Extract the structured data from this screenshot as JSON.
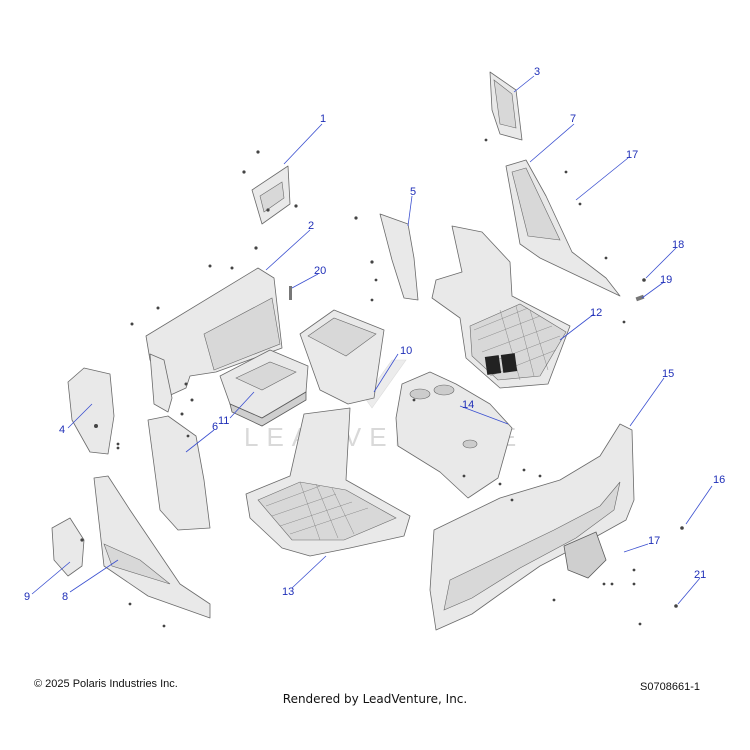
{
  "callouts": [
    {
      "number": "1"
    },
    {
      "number": "2"
    },
    {
      "number": "3"
    },
    {
      "number": "4"
    },
    {
      "number": "5"
    },
    {
      "number": "6"
    },
    {
      "number": "7"
    },
    {
      "number": "8"
    },
    {
      "number": "9"
    },
    {
      "number": "10"
    },
    {
      "number": "11"
    },
    {
      "number": "12"
    },
    {
      "number": "13"
    },
    {
      "number": "14"
    },
    {
      "number": "15"
    },
    {
      "number": "16"
    },
    {
      "number": "17"
    },
    {
      "number": "17"
    },
    {
      "number": "18"
    },
    {
      "number": "19"
    },
    {
      "number": "20"
    },
    {
      "number": "21"
    }
  ],
  "watermark": "LEADVENTURE",
  "footer": {
    "copyright": "© 2025 Polaris Industries Inc.",
    "rendered_by": "Rendered by LeadVenture, Inc.",
    "diagram_id": "S0708661-1"
  },
  "colors": {
    "callout": "#1f2fb8",
    "part_fill": "#e9e9e9",
    "outline": "#6a6a6a"
  }
}
